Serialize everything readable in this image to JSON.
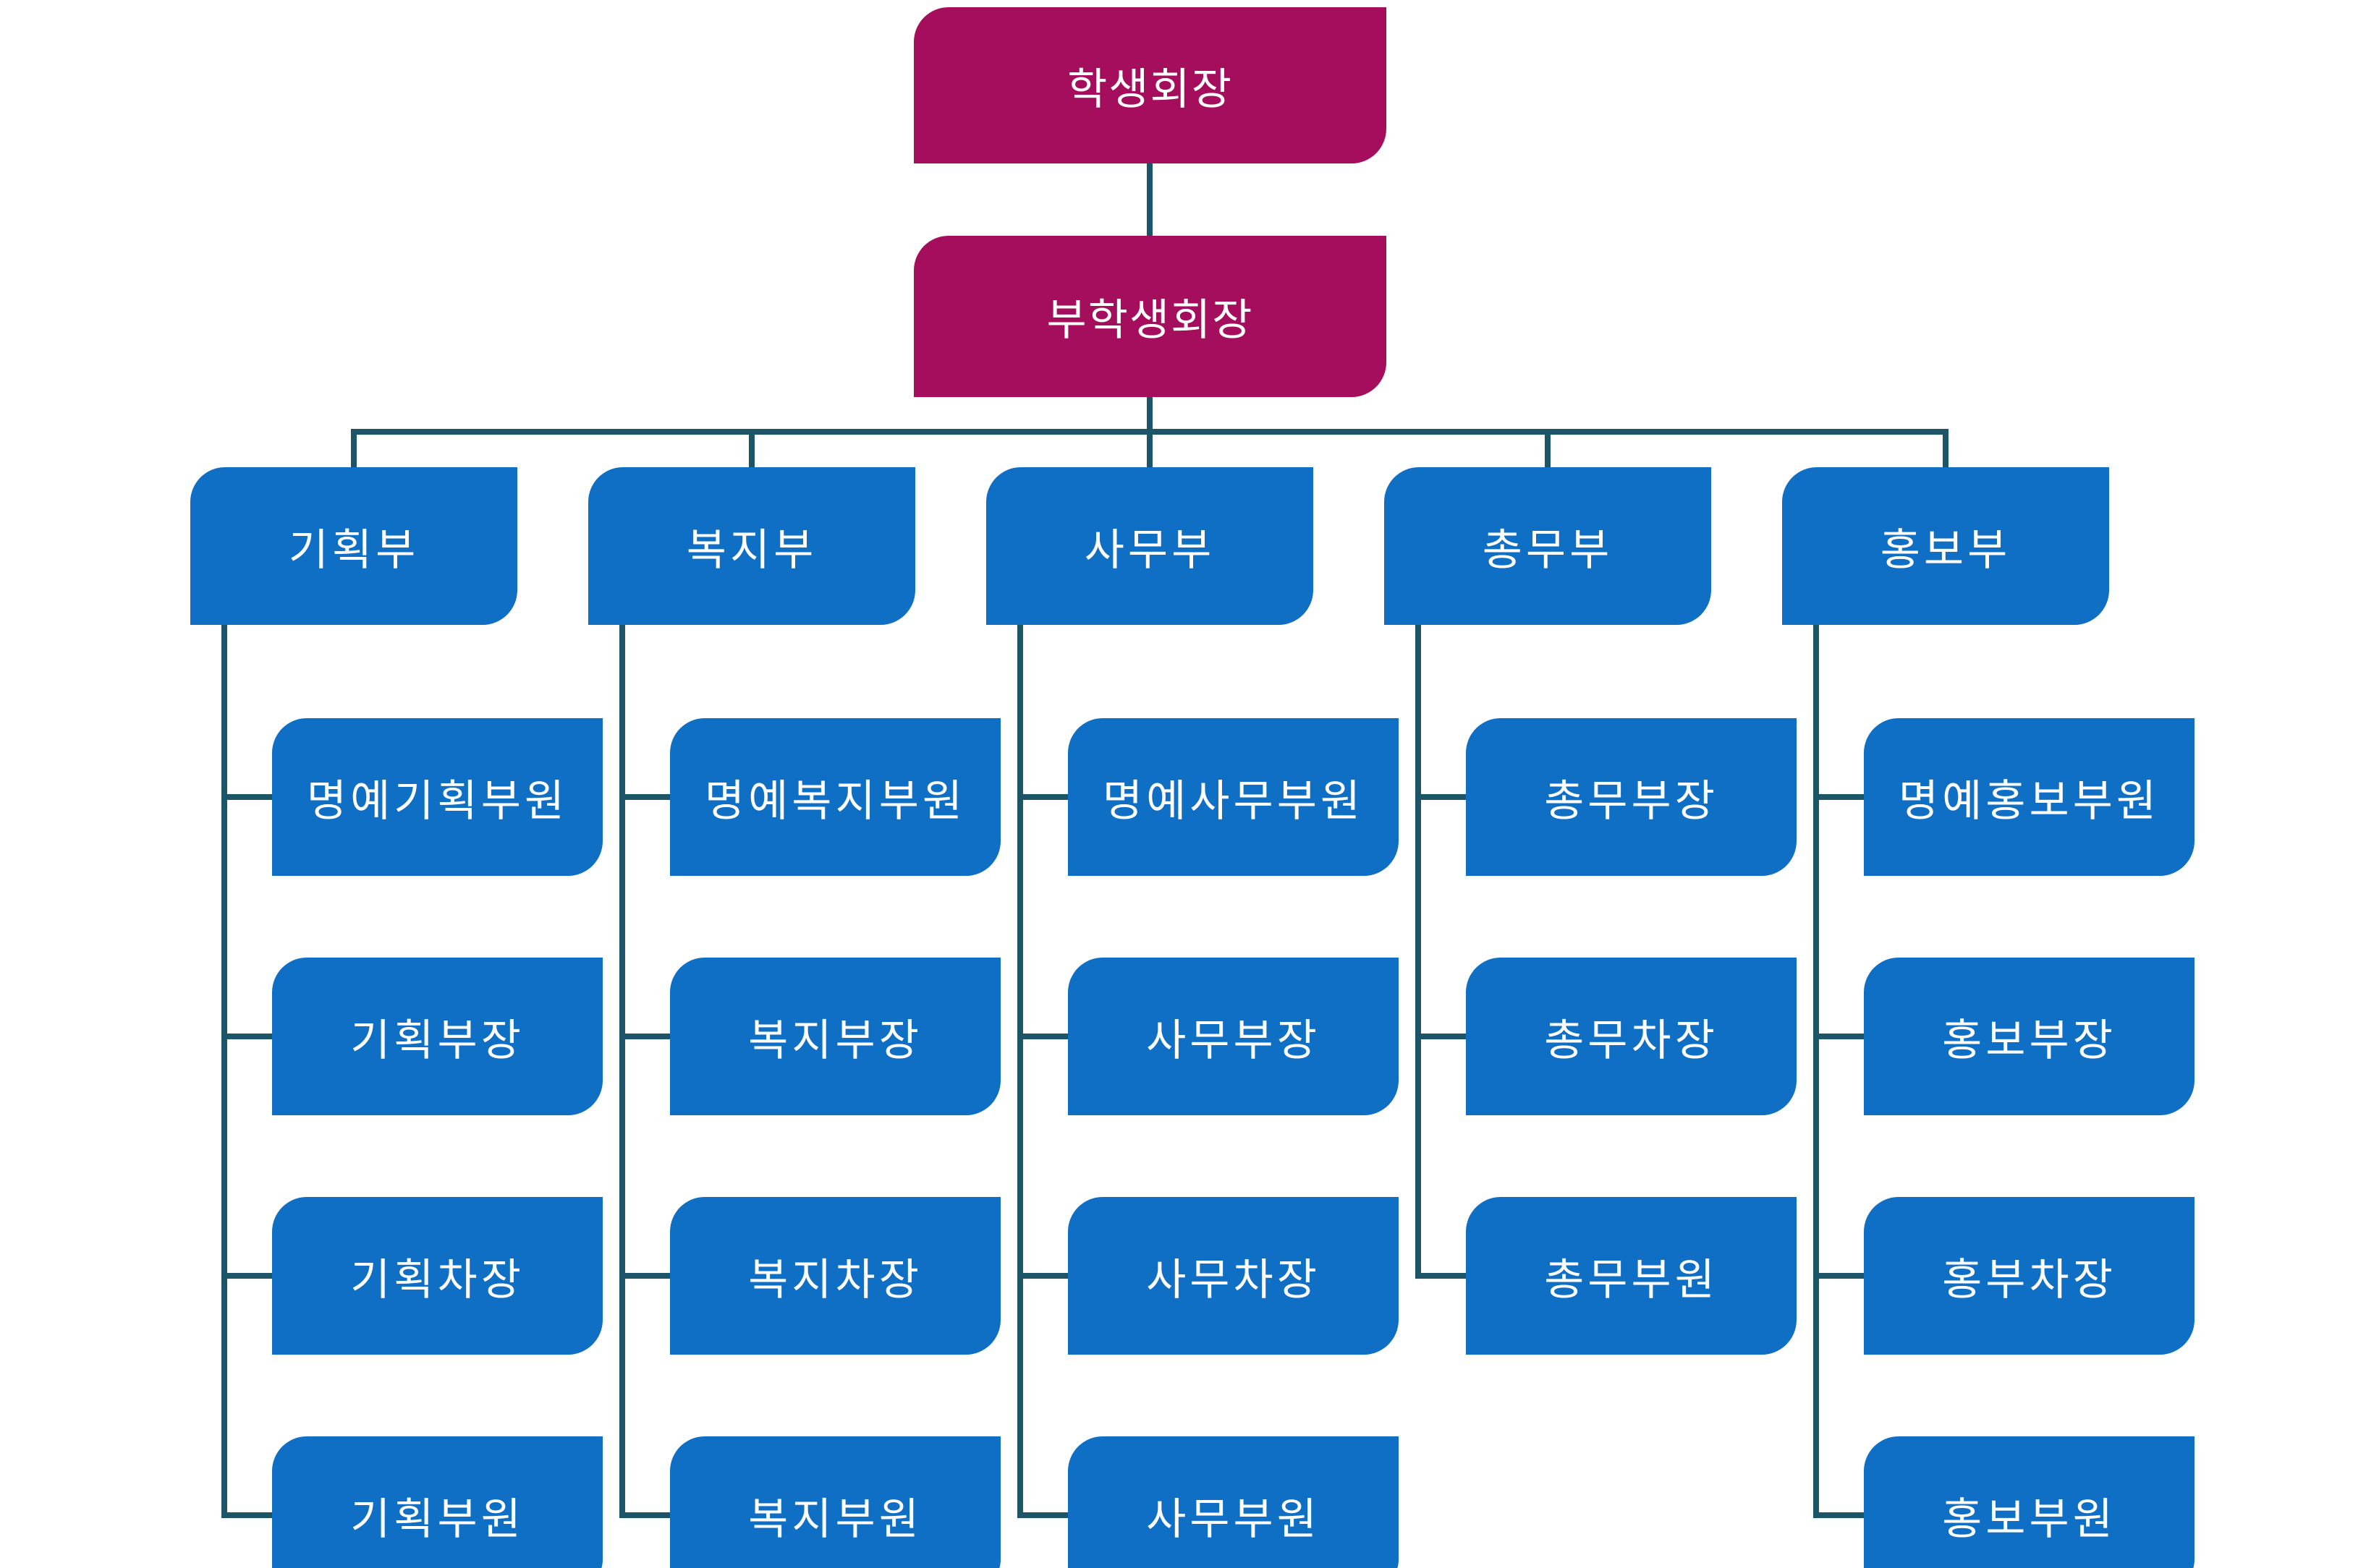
{
  "org_chart": {
    "type": "smartart-hierarchy",
    "root": {
      "label": "학생회장"
    },
    "vice": {
      "label": "부학생회장"
    },
    "departments": [
      {
        "label": "기획부",
        "children": [
          "명예기획부원",
          "기획부장",
          "기획차장",
          "기획부원"
        ]
      },
      {
        "label": "복지부",
        "children": [
          "명예복지부원",
          "복지부장",
          "복지차장",
          "복지부원"
        ]
      },
      {
        "label": "사무부",
        "children": [
          "명예사무부원",
          "사무부장",
          "사무차장",
          "사무부원"
        ]
      },
      {
        "label": "총무부",
        "children": [
          "총무부장",
          "총무차장",
          "총무부원"
        ]
      },
      {
        "label": "홍보부",
        "children": [
          "명예홍보부원",
          "홍보부장",
          "홍부차장",
          "홍보부원"
        ]
      }
    ],
    "colors": {
      "executive_box": "#A50E5D",
      "department_box": "#0E6FC5",
      "connector_line": "#1C5568",
      "text": "#FFFFFF",
      "background": "#FFFFFF"
    }
  }
}
